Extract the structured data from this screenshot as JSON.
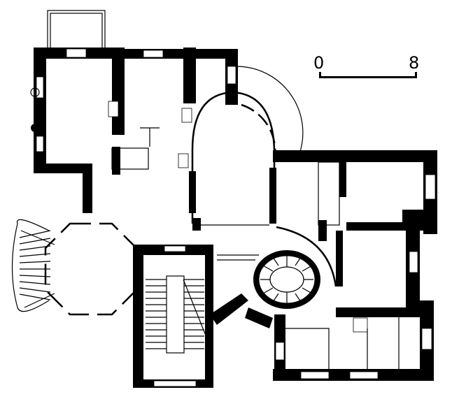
{
  "title": "Floor plan",
  "scale_bar": {
    "start_label": "0",
    "end_label": "8"
  },
  "colors": {
    "wall": "#000000",
    "background": "#ffffff"
  }
}
